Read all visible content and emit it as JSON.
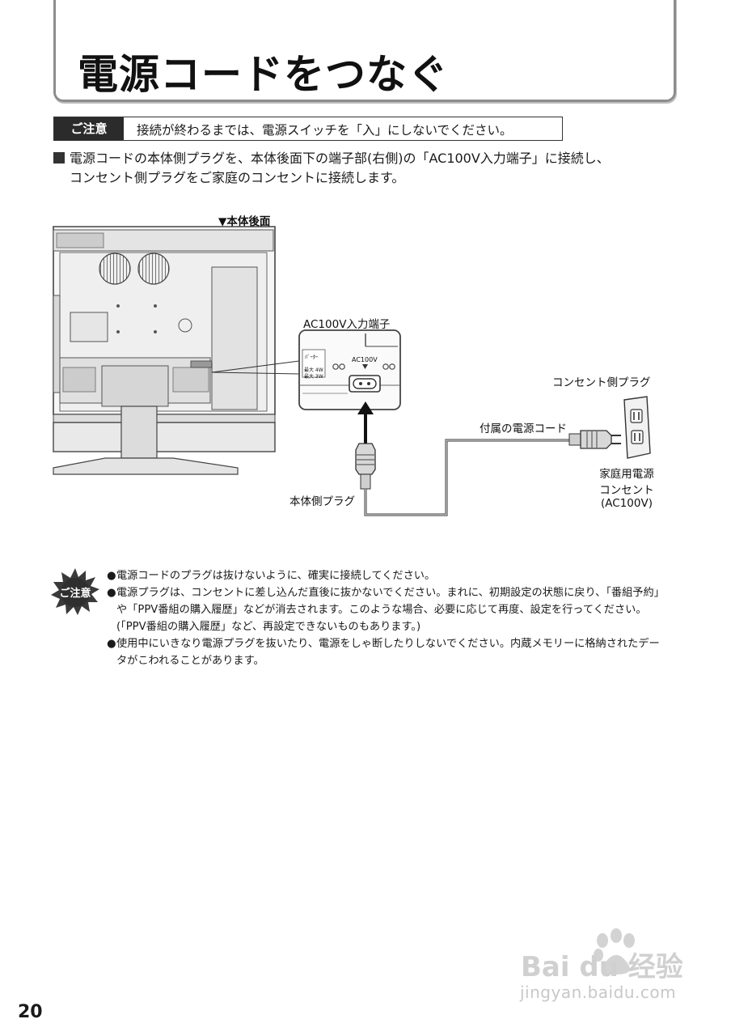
{
  "header": {
    "title": "電源コードをつなぐ"
  },
  "caution": {
    "tag": "ご注意",
    "message": "接続が終わるまでは、電源スイッチを「入」にしないでください。"
  },
  "intro": {
    "line1": "電源コードの本体側プラグを、本体後面下の端子部(右側)の「AC100V入力端子」に接続し、",
    "line2": "コンセント側プラグをご家庭のコンセントに接続します。"
  },
  "diagram": {
    "rear_label": "▼本体後面",
    "terminal_label": "AC100V入力端子",
    "terminal_inner_label": "AC100V",
    "panel_small_1": "ﾊﾞｰﾀｰ",
    "panel_small_2": "最大 4W",
    "panel_small_3": "最大 3W",
    "outlet_plug_label": "コンセント側プラグ",
    "cord_label": "付属の電源コード",
    "body_plug_label": "本体側プラグ",
    "outlet_label_1": "家庭用電源",
    "outlet_label_2": "コンセント",
    "outlet_label_3": "(AC100V)"
  },
  "notes": {
    "icon_label": "ご注意",
    "items": [
      [
        "電源コードのプラグは抜けないように、確実に接続してください。"
      ],
      [
        "電源プラグは、コンセントに差し込んだ直後に抜かないでください。まれに、初期設定の状態に戻り、「番組予約」",
        "や「PPV番組の購入履歴」などが消去されます。このような場合、必要に応じて再度、設定を行ってください。",
        "(「PPV番組の購入履歴」など、再設定できないものもあります。)"
      ],
      [
        "使用中にいきなり電源プラグを抜いたり、電源をしゃ断したりしないでください。内蔵メモリーに格納されたデー",
        "タがこわれることがあります。"
      ]
    ]
  },
  "footer": {
    "page_number": "20"
  },
  "watermark": {
    "brand": "Bai du 经验",
    "url": "jingyan.baidu.com"
  }
}
